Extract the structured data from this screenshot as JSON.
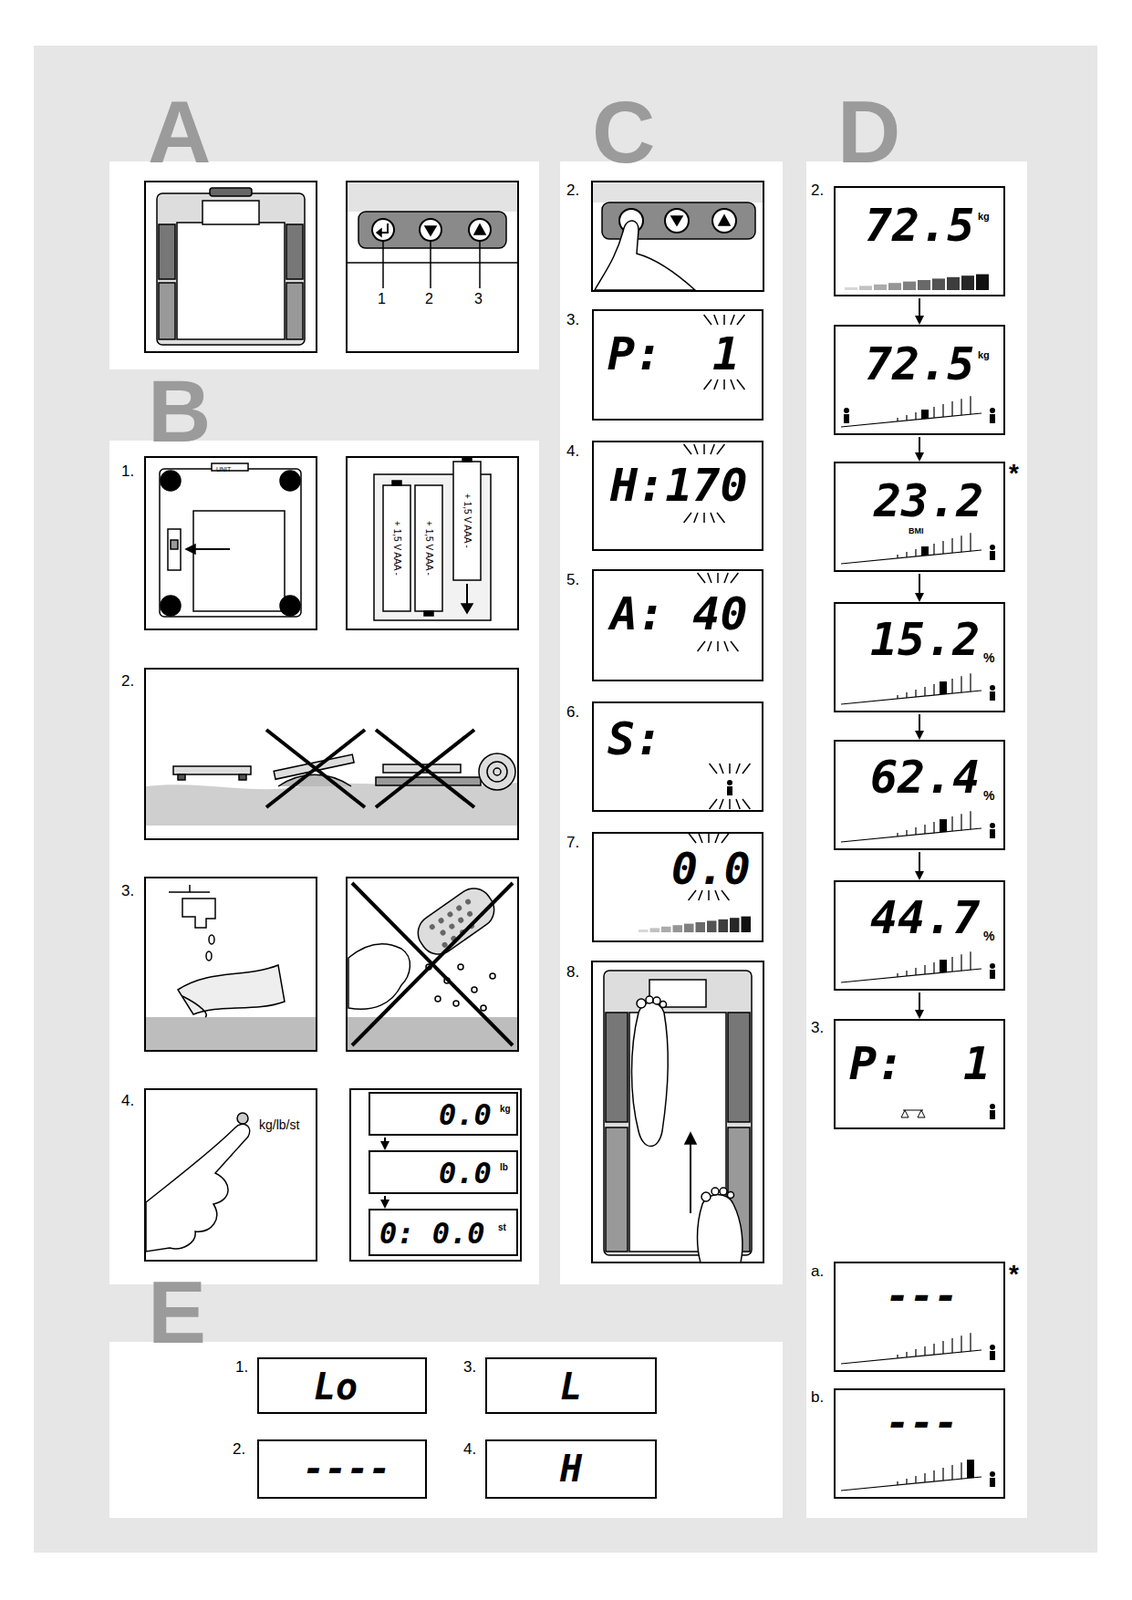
{
  "diagram": {
    "nodes": [
      {
        "text": [
          "A"
        ]
      },
      {
        "text": [
          "B"
        ]
      },
      {
        "text": [
          "C"
        ]
      },
      {
        "text": [
          "D"
        ]
      },
      {
        "text": [
          "E"
        ]
      },
      {
        "text": [
          "0.0",
          "kg"
        ],
        "in": 1
      },
      {
        "text": [
          "0.0",
          "lb"
        ],
        "in": 1
      },
      {
        "text": [
          "0: 0.0",
          "st"
        ],
        "in": 1
      },
      {
        "text": [
          "P:",
          "1"
        ],
        "in": 2
      },
      {
        "text": [
          "H:170"
        ],
        "in": 2
      },
      {
        "text": [
          "A: 40"
        ],
        "in": 2
      },
      {
        "text": [
          "S:"
        ],
        "in": 2
      },
      {
        "text": [
          "0.0"
        ],
        "in": 2
      },
      {
        "text": [
          "72.5",
          "kg"
        ],
        "in": 3
      },
      {
        "text": [
          "72.5",
          "kg"
        ],
        "in": 3
      },
      {
        "text": [
          "23.2",
          "BMI"
        ],
        "in": 3
      },
      {
        "text": [
          "15.2",
          "%"
        ],
        "in": 3
      },
      {
        "text": [
          "62.4",
          "%"
        ],
        "in": 3
      },
      {
        "text": [
          "44.7",
          "%"
        ],
        "in": 3
      },
      {
        "text": [
          "P:",
          "1"
        ],
        "in": 3
      },
      {
        "text": [
          "---"
        ],
        "in": 3
      },
      {
        "text": [
          "---"
        ],
        "in": 3
      },
      {
        "text": [
          "Lo"
        ],
        "in": 4
      },
      {
        "text": [
          "----"
        ],
        "in": 4
      },
      {
        "text": [
          "L"
        ],
        "in": 4
      },
      {
        "text": [
          "H"
        ],
        "in": 4
      }
    ],
    "edges": [
      {
        "from": 5,
        "to": 6,
        "arrow": "to"
      },
      {
        "from": 6,
        "to": 7,
        "arrow": "to"
      },
      {
        "from": 13,
        "to": 14,
        "arrow": "to"
      },
      {
        "from": 14,
        "to": 15,
        "arrow": "to"
      },
      {
        "from": 15,
        "to": 16,
        "arrow": "to"
      },
      {
        "from": 16,
        "to": 17,
        "arrow": "to"
      },
      {
        "from": 17,
        "to": 18,
        "arrow": "to"
      },
      {
        "from": 18,
        "to": 19,
        "arrow": "to"
      }
    ],
    "labels": [
      "1",
      "2",
      "3",
      "1.",
      "UNIT",
      "+ 1,5 V AAA -",
      "+ 1,5 V AAA -",
      "+ 1,5 V AAA -",
      "2.",
      "3.",
      "4.",
      "kg/lb/st",
      "2.",
      "3.",
      "4.",
      "5.",
      "6.",
      "7.",
      "8.",
      "2.",
      "*",
      "3.",
      "a.",
      "*",
      "b.",
      "1.",
      "2.",
      "3.",
      "4."
    ]
  }
}
